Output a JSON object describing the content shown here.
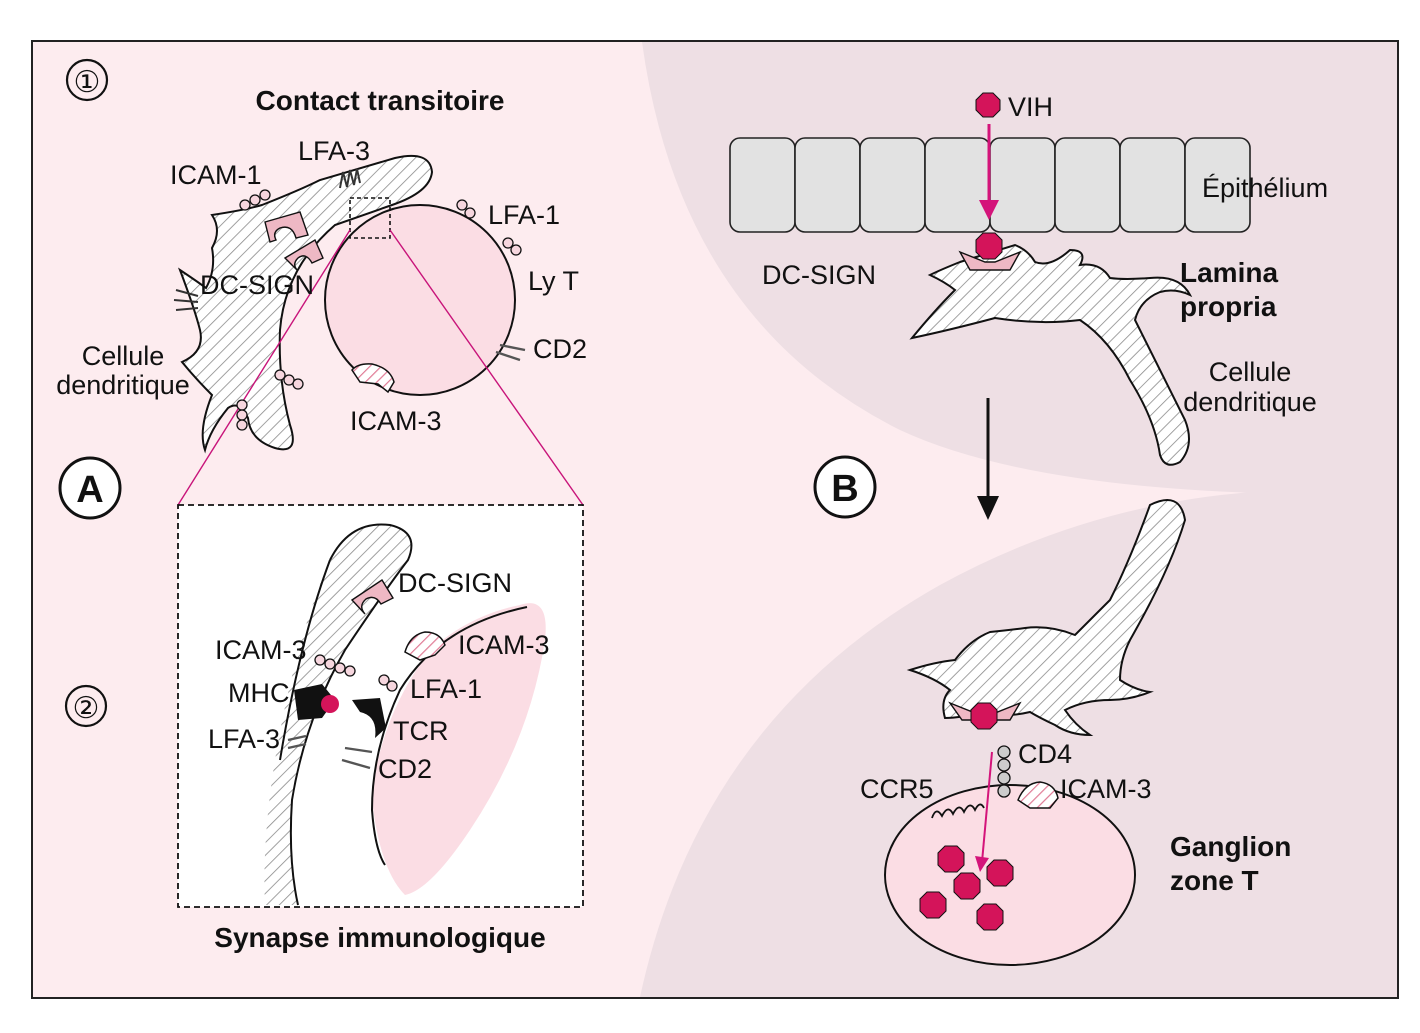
{
  "colors": {
    "panel_a_bg": "#fdecef",
    "panel_b_bg": "#eedfe4",
    "cell_pink": "#f6d6de",
    "receptor_pink": "#eeb8c4",
    "virus": "#d4145a",
    "magenta": "#d4147a",
    "epithelium": "#e2e2e2"
  },
  "panel_a": {
    "letter": "A",
    "step1": {
      "number": "①",
      "title": "Contact transitoire",
      "labels": {
        "icam1": "ICAM-1",
        "lfa3": "LFA-3",
        "lfa1": "LFA-1",
        "dcsign": "DC-SIGN",
        "lyt": "Ly T",
        "cd2": "CD2",
        "icam3": "ICAM-3",
        "dc_line1": "Cellule",
        "dc_line2": "dendritique"
      }
    },
    "step2": {
      "number": "②",
      "title": "Synapse immunologique",
      "labels": {
        "dcsign": "DC-SIGN",
        "icam3_left": "ICAM-3",
        "icam3_right": "ICAM-3",
        "mhc": "MHC",
        "lfa1": "LFA-1",
        "tcr": "TCR",
        "lfa3": "LFA-3",
        "cd2": "CD2"
      }
    }
  },
  "panel_b": {
    "letter": "B",
    "labels": {
      "vih": "VIH",
      "epithelium": "Épithélium",
      "dcsign": "DC-SIGN",
      "lamina_line1": "Lamina",
      "lamina_line2": "propria",
      "dc_line1": "Cellule",
      "dc_line2": "dendritique",
      "cd4": "CD4",
      "ccr5": "CCR5",
      "icam3": "ICAM-3",
      "ganglion_line1": "Ganglion",
      "ganglion_line2": "zone T"
    }
  }
}
